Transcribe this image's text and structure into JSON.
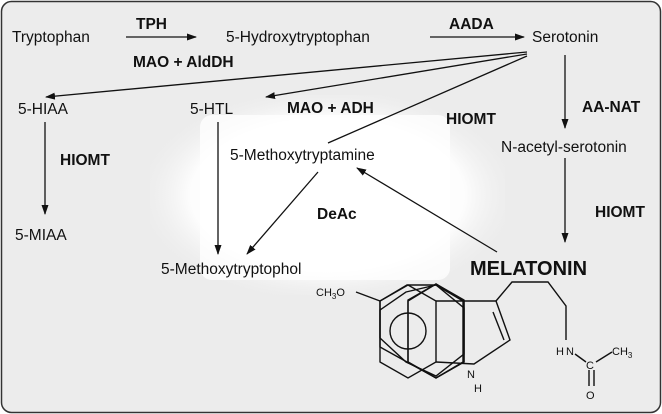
{
  "compounds": {
    "tryptophan": "Tryptophan",
    "hydroxytryptophan": "5-Hydroxytryptophan",
    "serotonin": "Serotonin",
    "hiaa": "5-HIAA",
    "htl": "5-HTL",
    "methoxytryptamine": "5-Methoxytryptamine",
    "n_acetyl_serotonin": "N-acetyl-serotonin",
    "miaa": "5-MIAA",
    "methoxytryptophol": "5-Methoxytryptophol",
    "melatonin": "MELATONIN"
  },
  "enzymes": {
    "tph": "TPH",
    "aada": "AADA",
    "mao_aldh": "MAO + AldDH",
    "mao_adh": "MAO + ADH",
    "hiomt_serotonin": "HIOMT",
    "aa_nat": "AA-NAT",
    "hiomt_hiaa": "HIOMT",
    "deac": "DeAc",
    "hiomt_nas": "HIOMT"
  },
  "structure_labels": {
    "methoxy": "CH",
    "methoxy_sub": "3",
    "methoxy_o": "O",
    "nh_n": "N",
    "nh_h": "H",
    "amide_n": "N",
    "amide_h": "H",
    "carbonyl_c": "C",
    "carbonyl_o": "O",
    "methyl": "CH",
    "methyl_sub": "3"
  },
  "colors": {
    "background": "#ffffff",
    "panel": "#ececec",
    "highlight": "#ffffff",
    "ink": "#111111"
  }
}
